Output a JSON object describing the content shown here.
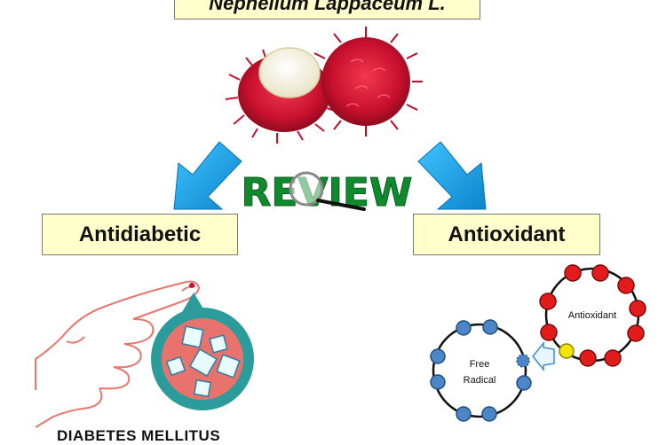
{
  "title": "Nephelium Lappaceum L.",
  "center_word": "REVIEW",
  "left": {
    "label": "Antidiabetic",
    "caption": "DIABETES MELLITUS"
  },
  "right": {
    "label": "Antioxidant",
    "antioxidant_molecule_label": "Antioxidant",
    "radical_label": "Free Radical"
  },
  "colors": {
    "box_fill": "#ffffcc",
    "arrow_blue": "#19a7e8",
    "review_green": "#0f8a2c",
    "fruit_red": "#d81f3a",
    "teal": "#2b9c9b",
    "hand_pink": "#e9776f",
    "atom_red": "#e21b1b",
    "atom_blue": "#4d86c6"
  }
}
